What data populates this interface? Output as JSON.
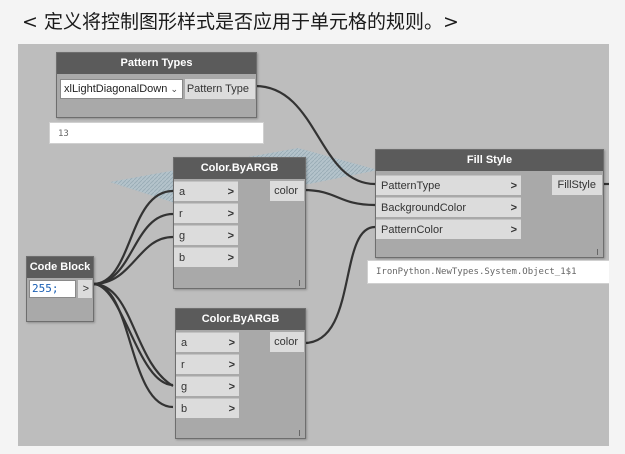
{
  "header": {
    "text": "< 定义将控制图形样式是否应用于单元格的规则。>"
  },
  "canvas": {
    "background": "#bdbdbd"
  },
  "nodes": {
    "pattern_types": {
      "title": "Pattern Types",
      "dropdown_value": "xlLightDiagonalDown",
      "dropdown_chevron": "⌄",
      "output": "Pattern Type",
      "preview": "13"
    },
    "color_1": {
      "title": "Color.ByARGB",
      "inputs": [
        "a",
        "r",
        "g",
        "b"
      ],
      "output": "color",
      "resize": "I"
    },
    "color_2": {
      "title": "Color.ByARGB",
      "inputs": [
        "a",
        "r",
        "g",
        "b"
      ],
      "output": "color",
      "resize": "I"
    },
    "code_block": {
      "title": "Code Block",
      "code": "255;",
      "output": ">"
    },
    "fill_style": {
      "title": "Fill Style",
      "inputs": [
        "PatternType",
        "BackgroundColor",
        "PatternColor"
      ],
      "output": "FillStyle",
      "preview": "IronPython.NewTypes.System.Object_1$1",
      "resize": "I"
    }
  },
  "port_arrow": ">",
  "colors": {
    "wire": "#333333",
    "title_bar": "#5b5b5b",
    "port": "#dcdcdc",
    "node_body": "#a9a9a9"
  }
}
